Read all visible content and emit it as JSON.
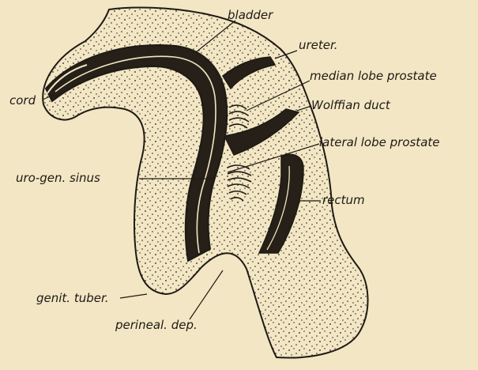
{
  "figure": {
    "labels": {
      "bladder": "bladder",
      "ureter": "ureter.",
      "median_lobe_prostate": "median lobe prostate",
      "wolffian_duct": "Wolffian duct",
      "lateral_lobe_prostate": "lateral lobe prostate",
      "cord": "cord",
      "uro_gen_sinus": "uro-gen. sinus",
      "rectum": "rectum",
      "genit_tuber": "genit. tuber.",
      "perineal_dep": "perineal. dep."
    },
    "colors": {
      "paper": "#f2e6c4",
      "ink": "#1e1a14",
      "duct_fill": "#262018"
    }
  }
}
